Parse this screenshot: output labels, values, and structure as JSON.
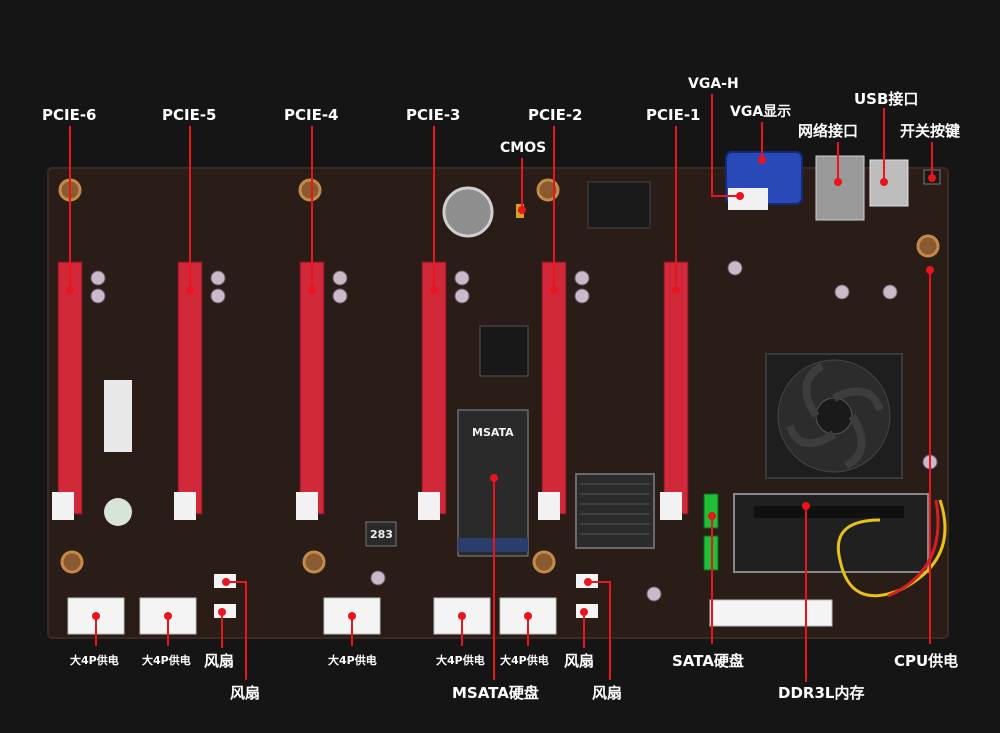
{
  "labels": {
    "pcie6": "PCIE-6",
    "pcie5": "PCIE-5",
    "pcie4": "PCIE-4",
    "pcie3": "PCIE-3",
    "pcie2": "PCIE-2",
    "pcie1": "PCIE-1",
    "cmos": "CMOS",
    "vga_h": "VGA-H",
    "vga": "VGA显示",
    "usb": "USB接口",
    "lan": "网络接口",
    "power_button": "开关按键",
    "pwr4p_1": "大4P供电",
    "pwr4p_2": "大4P供电",
    "pwr4p_3": "大4P供电",
    "pwr4p_4": "大4P供电",
    "pwr4p_5": "大4P供电",
    "fan_1": "风扇",
    "fan_2": "风扇",
    "fan_3": "风扇",
    "fan_4": "风扇",
    "msata_disk": "MSATA硬盘",
    "sata_disk": "SATA硬盘",
    "ddr3l": "DDR3L内存",
    "cpu_power": "CPU供电"
  },
  "board_marks": {
    "msata_slot": "MSATA",
    "chip_283": "283"
  },
  "colors": {
    "pcie_slot": "#d1283a",
    "leader": "#e8141e",
    "vga_port": "#2a49b8",
    "sata_port": "#1fbf3a",
    "pcb": "#2a1d18"
  }
}
